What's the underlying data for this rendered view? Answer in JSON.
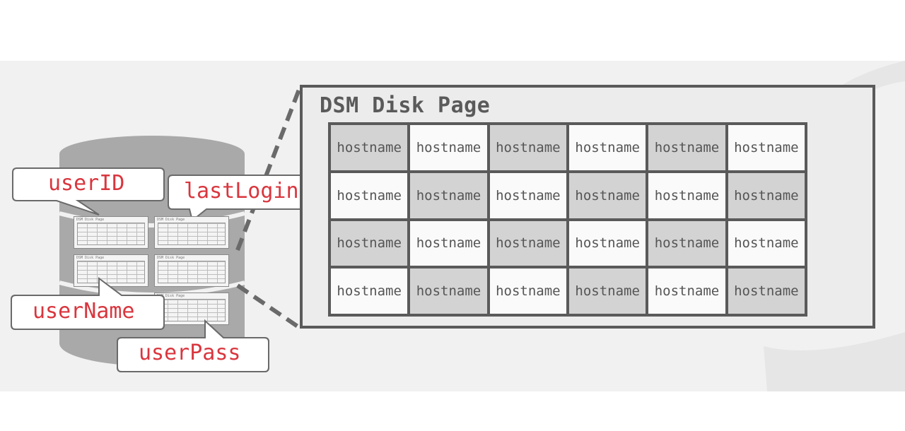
{
  "panel": {
    "title": "DSM Disk Page"
  },
  "grid": {
    "rows": [
      [
        "hostname",
        "hostname",
        "hostname",
        "hostname",
        "hostname",
        "hostname"
      ],
      [
        "hostname",
        "hostname",
        "hostname",
        "hostname",
        "hostname",
        "hostname"
      ],
      [
        "hostname",
        "hostname",
        "hostname",
        "hostname",
        "hostname",
        "hostname"
      ],
      [
        "hostname",
        "hostname",
        "hostname",
        "hostname",
        "hostname",
        "hostname"
      ]
    ],
    "shading": [
      [
        "dark",
        "light",
        "dark",
        "light",
        "dark",
        "light"
      ],
      [
        "light",
        "dark",
        "light",
        "dark",
        "light",
        "dark"
      ],
      [
        "dark",
        "light",
        "dark",
        "light",
        "dark",
        "light"
      ],
      [
        "light",
        "dark",
        "light",
        "dark",
        "light",
        "dark"
      ]
    ]
  },
  "callouts": {
    "user_id": "userID",
    "last_login": "lastLogin",
    "user_name": "userName",
    "user_pass": "userPass"
  },
  "mini_pages": {
    "label": "DSM Disk Page"
  },
  "colors": {
    "accent": "#d9363e",
    "border": "#5a5a5a",
    "dark_cell": "#d3d3d3",
    "light_cell": "#fafafa"
  }
}
